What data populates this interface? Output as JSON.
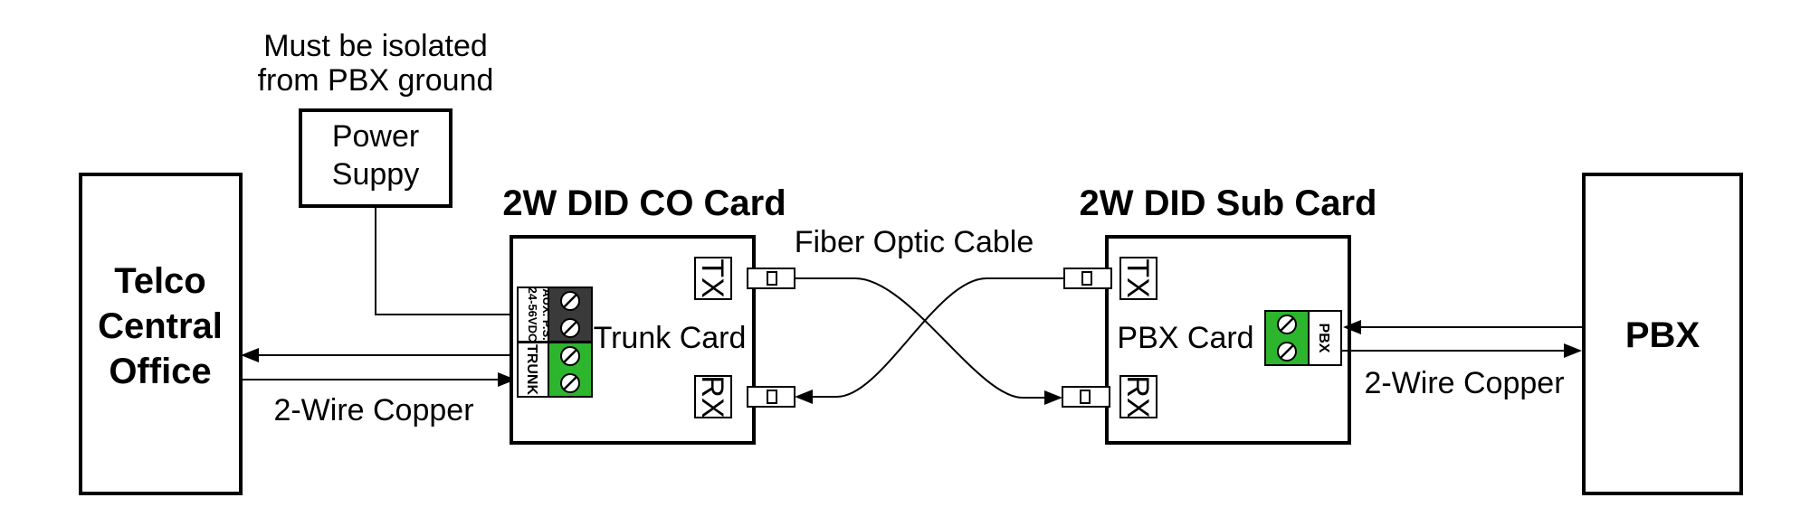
{
  "telco": {
    "lines": [
      "Telco",
      "Central",
      "Office"
    ]
  },
  "pbx": {
    "label": "PBX"
  },
  "power_supply": {
    "lines": [
      "Power",
      "Suppy"
    ]
  },
  "isolation_note": {
    "lines": [
      "Must be isolated",
      "from PBX ground"
    ]
  },
  "co_card": {
    "title": "2W DID CO Card",
    "trunk_card_label": "Trunk Card",
    "aux_ps_label_1": "24-56VDC",
    "aux_ps_label_2": "AUX. P.S.",
    "trunk_label": "TRUNK",
    "tx_label": "TX",
    "rx_label": "RX"
  },
  "sub_card": {
    "title": "2W DID Sub Card",
    "pbx_card_label": "PBX Card",
    "pbx_port_label": "PBX",
    "tx_label": "TX",
    "rx_label": "RX"
  },
  "fiber_label": "Fiber Optic Cable",
  "copper_left_label": "2-Wire Copper",
  "copper_right_label": "2-Wire Copper",
  "colors": {
    "terminal_green": "#2db52d",
    "terminal_dark": "#3a3a3a"
  }
}
